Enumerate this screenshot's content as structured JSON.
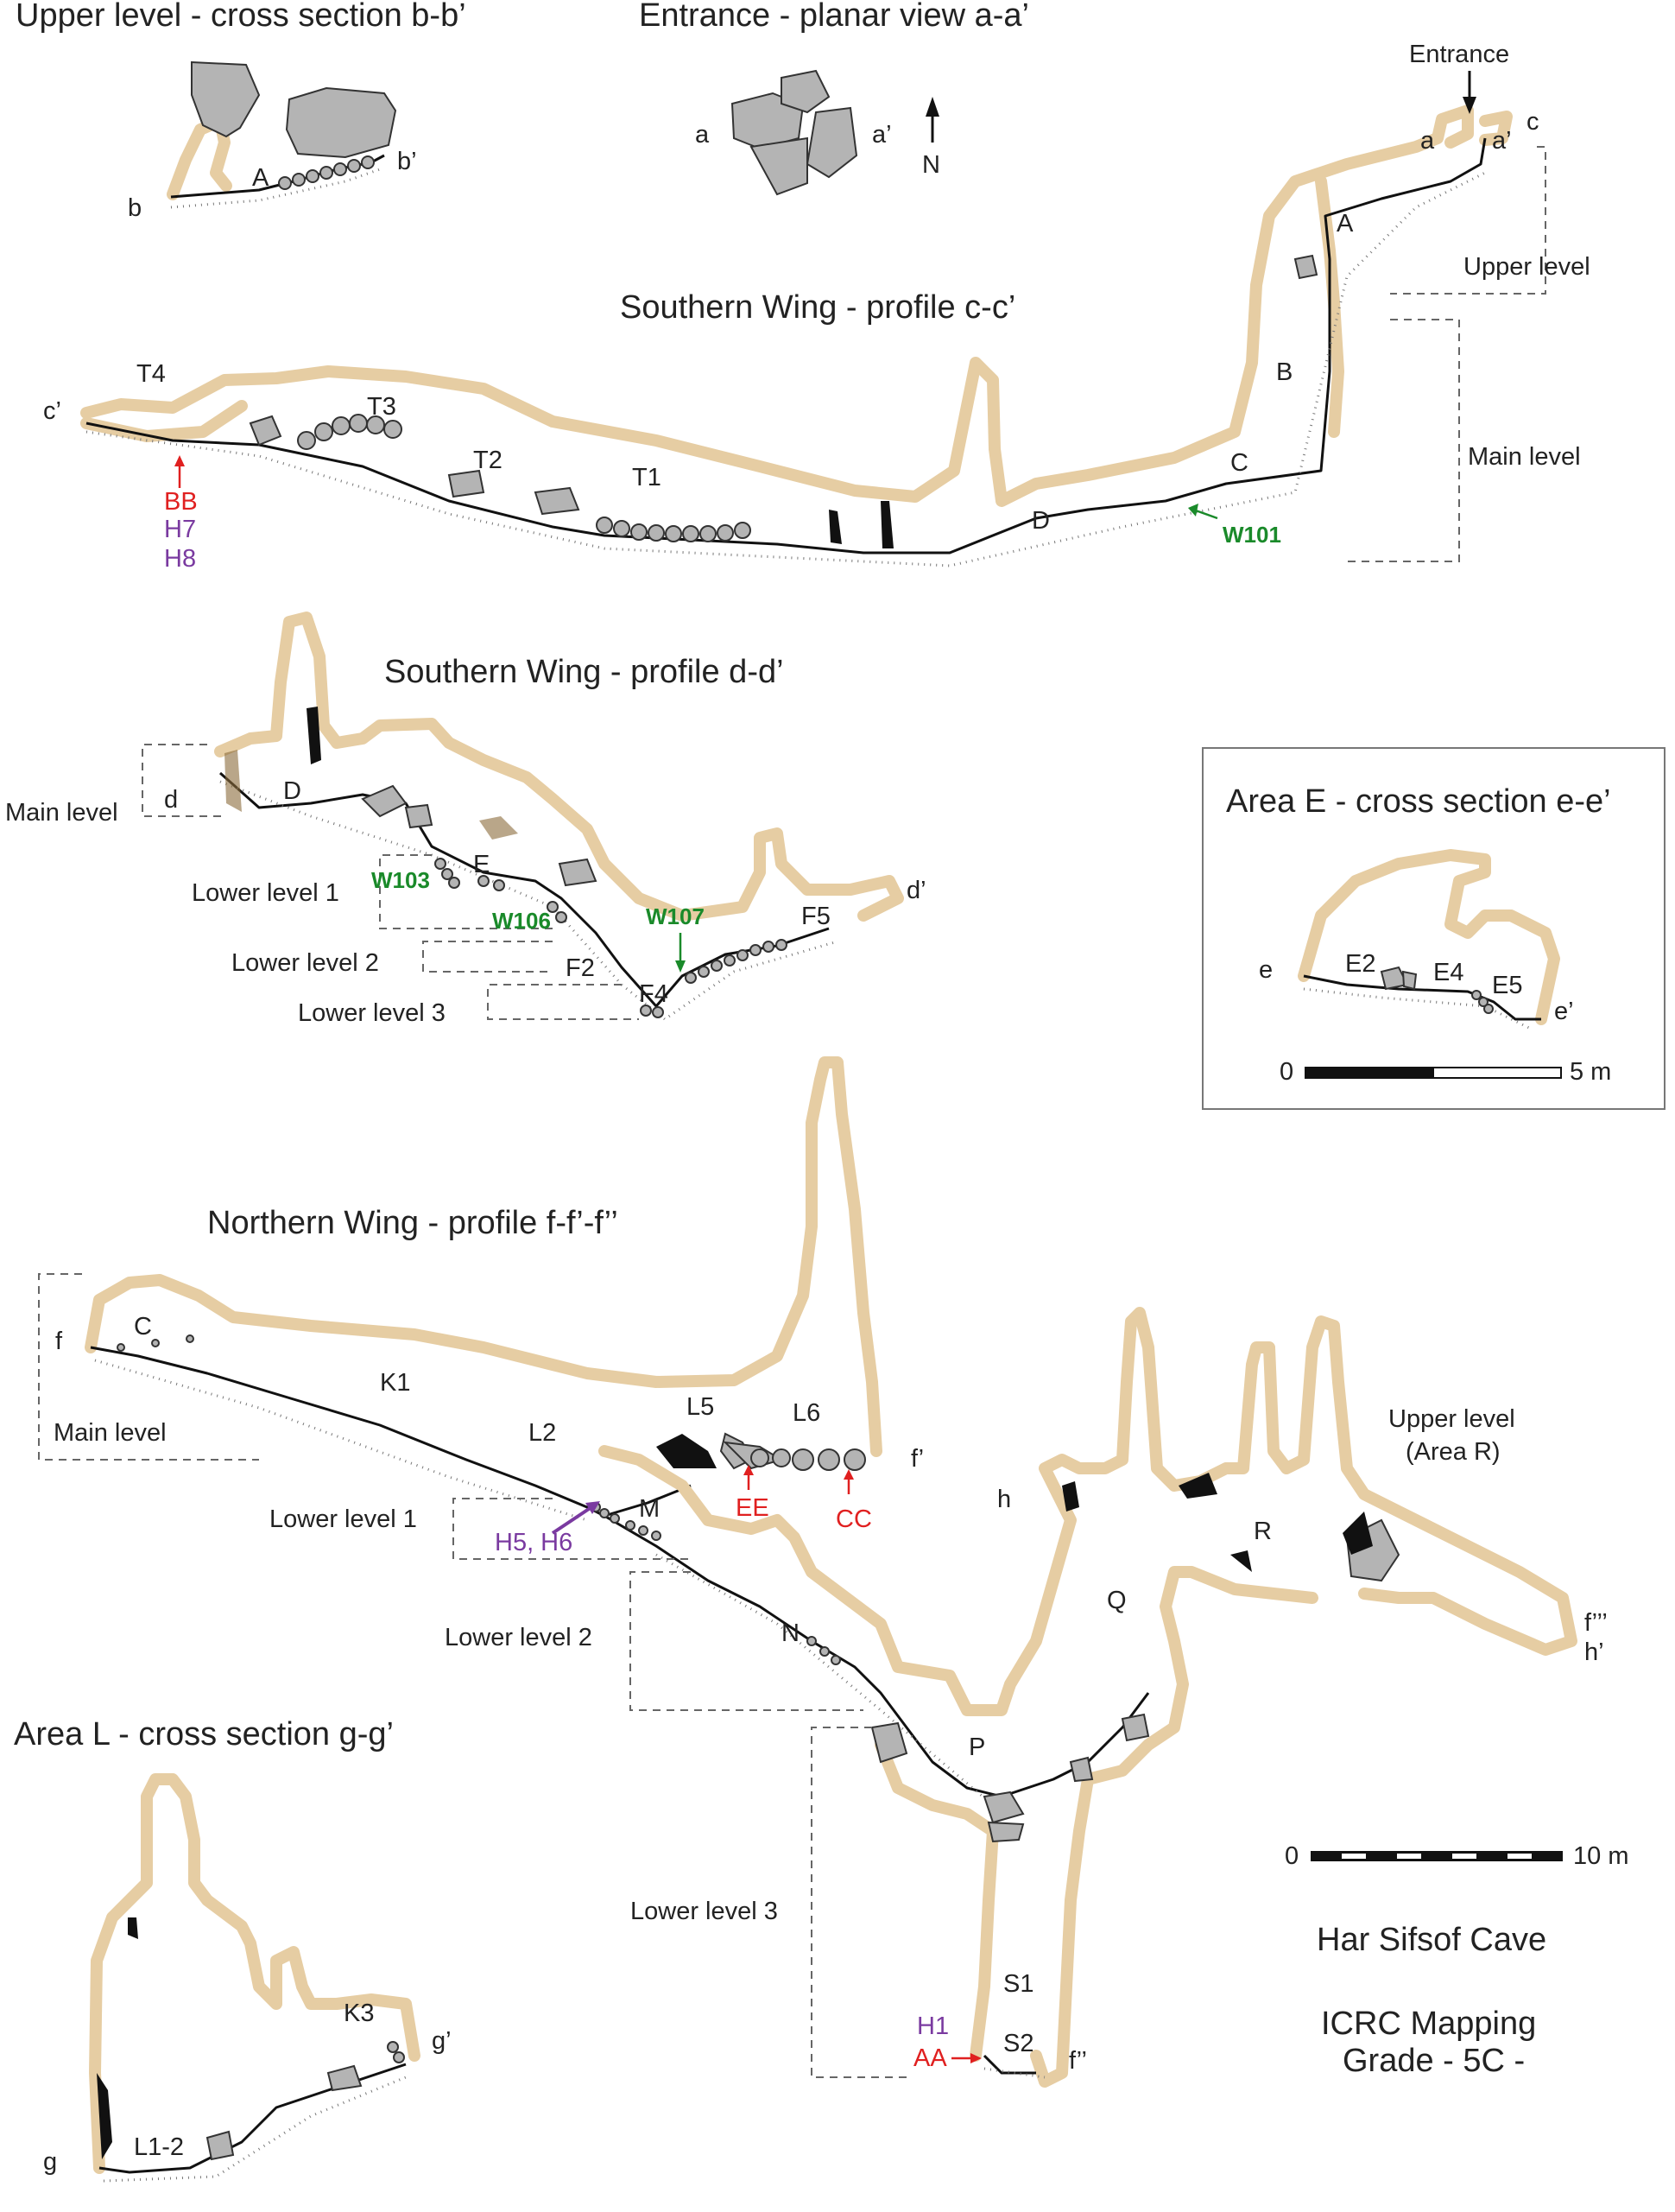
{
  "sections": {
    "upper_bb": "Upper level - cross section b-b’",
    "entrance_aa": "Entrance - planar view a-a’",
    "south_cc": "Southern Wing - profile c-c’",
    "south_dd": "Southern Wing - profile d-d’",
    "area_e": "Area E - cross section e-e’",
    "north_ff": "Northern Wing  - profile f-f’-f’’",
    "area_l": "Area L - cross section g-g’"
  },
  "compass": {
    "north": "N"
  },
  "entrance_label": "Entrance",
  "section_marks": {
    "a": "a",
    "a2": "a’",
    "b": "b",
    "b2": "b’",
    "c": "c",
    "c2": "c’",
    "d": "d",
    "d2": "d’",
    "e": "e",
    "e2": "e’",
    "f": "f",
    "f2": "f’",
    "f3": "f’’",
    "f4": "f’’’",
    "g": "g",
    "g2": "g’",
    "h": "h",
    "h2": "h’"
  },
  "areas": {
    "A": "A",
    "B": "B",
    "C": "C",
    "D": "D",
    "E": "E",
    "T1": "T1",
    "T2": "T2",
    "T3": "T3",
    "T4": "T4",
    "F2": "F2",
    "F4": "F4",
    "F5": "F5",
    "E2": "E2",
    "E4": "E4",
    "E5": "E5",
    "K1": "K1",
    "K3": "K3",
    "L2": "L2",
    "L5": "L5",
    "L6": "L6",
    "L12": "L1-2",
    "M": "M",
    "N": "N",
    "P": "P",
    "Q": "Q",
    "R": "R",
    "S1": "S1",
    "S2": "S2"
  },
  "levels": {
    "upper": "Upper level",
    "main": "Main level",
    "lower1": "Lower level 1",
    "lower2": "Lower level 2",
    "lower3": "Lower level 3",
    "upper_r": [
      "Upper level",
      "(Area R)"
    ]
  },
  "samples": {
    "BB": "BB",
    "H7": "H7",
    "H8": "H8",
    "W101": "W101",
    "W103": "W103",
    "W106": "W106",
    "W107": "W107",
    "H5H6": "H5, H6",
    "EE": "EE",
    "CC": "CC",
    "H1": "H1",
    "AA": "AA"
  },
  "sample_colors": {
    "red": "#e02020",
    "purple": "#7a3aa0",
    "green": "#1a8a2a"
  },
  "scale_small": {
    "zero": "0",
    "end": "5 m"
  },
  "scale_large": {
    "zero": "0",
    "end": "10 m"
  },
  "credits": {
    "cave": "Har Sifsof Cave",
    "mapping": "ICRC Mapping",
    "grade": "Grade - 5C -"
  },
  "colors": {
    "wall": "#e6cda3",
    "rock": "#b4b4b4"
  }
}
